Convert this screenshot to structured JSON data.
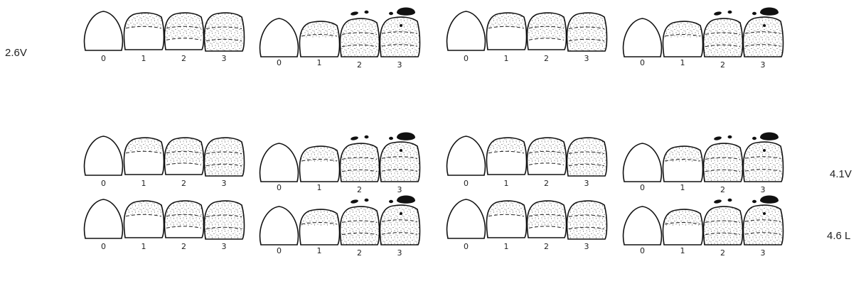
{
  "rows": [
    {
      "label": "2.6V",
      "groups": [
        {
          "type": "plain",
          "scores": [
            "0",
            "1",
            "2",
            "3"
          ]
        },
        {
          "type": "calculus",
          "scores": [
            "0",
            "1",
            "2",
            "3"
          ]
        },
        {
          "type": "plain",
          "scores": [
            "0",
            "1",
            "2",
            "3"
          ]
        },
        {
          "type": "calculus",
          "scores": [
            "0",
            "1",
            "2",
            "3"
          ]
        }
      ]
    },
    {
      "label": "4.1V",
      "groups": [
        {
          "type": "plain",
          "scores": [
            "0",
            "1",
            "2",
            "3"
          ]
        },
        {
          "type": "calculus",
          "scores": [
            "0",
            "1",
            "2",
            "3"
          ]
        },
        {
          "type": "plain",
          "scores": [
            "0",
            "1",
            "2",
            "3"
          ]
        },
        {
          "type": "calculus",
          "scores": [
            "0",
            "1",
            "2",
            "3"
          ]
        }
      ]
    },
    {
      "label": "4.6 L",
      "groups": [
        {
          "type": "plain",
          "scores": [
            "0",
            "1",
            "2",
            "3"
          ]
        },
        {
          "type": "calculus",
          "scores": [
            "0",
            "1",
            "2",
            "3"
          ]
        },
        {
          "type": "plain",
          "scores": [
            "0",
            "1",
            "2",
            "3"
          ]
        },
        {
          "type": "calculus",
          "scores": [
            "0",
            "1",
            "2",
            "3"
          ]
        }
      ]
    }
  ]
}
